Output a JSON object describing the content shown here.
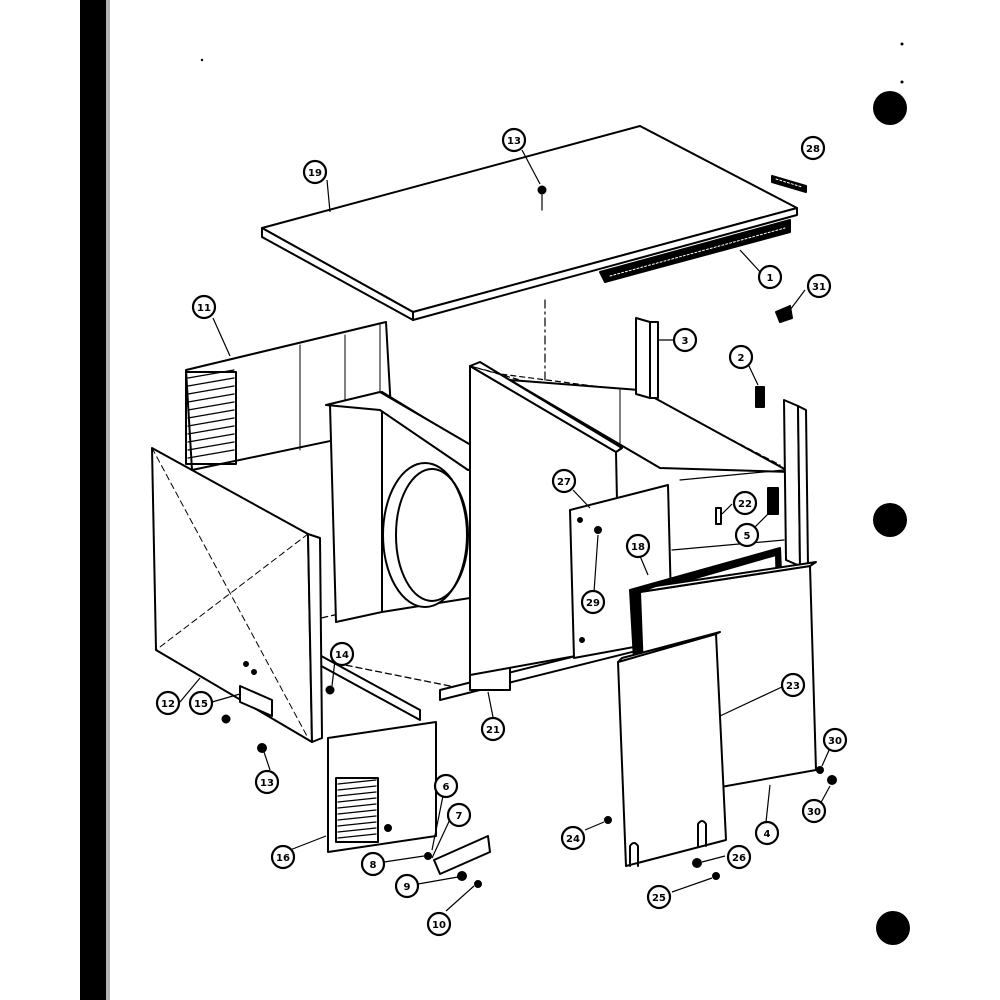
{
  "callouts": [
    {
      "id": "c19",
      "label": "19"
    },
    {
      "id": "c13top",
      "label": "13"
    },
    {
      "id": "c28",
      "label": "28"
    },
    {
      "id": "c1",
      "label": "1"
    },
    {
      "id": "c31",
      "label": "31"
    },
    {
      "id": "c11",
      "label": "11"
    },
    {
      "id": "c3",
      "label": "3"
    },
    {
      "id": "c2",
      "label": "2"
    },
    {
      "id": "c27",
      "label": "27"
    },
    {
      "id": "c22",
      "label": "22"
    },
    {
      "id": "c5",
      "label": "5"
    },
    {
      "id": "c18",
      "label": "18"
    },
    {
      "id": "c29",
      "label": "29"
    },
    {
      "id": "c14",
      "label": "14"
    },
    {
      "id": "c12",
      "label": "12"
    },
    {
      "id": "c15",
      "label": "15"
    },
    {
      "id": "c21",
      "label": "21"
    },
    {
      "id": "c23",
      "label": "23"
    },
    {
      "id": "c13bot",
      "label": "13"
    },
    {
      "id": "c6",
      "label": "6"
    },
    {
      "id": "c7",
      "label": "7"
    },
    {
      "id": "c16",
      "label": "16"
    },
    {
      "id": "c8",
      "label": "8"
    },
    {
      "id": "c9",
      "label": "9"
    },
    {
      "id": "c10",
      "label": "10"
    },
    {
      "id": "c24",
      "label": "24"
    },
    {
      "id": "c26",
      "label": "26"
    },
    {
      "id": "c25",
      "label": "25"
    },
    {
      "id": "c4",
      "label": "4"
    },
    {
      "id": "c30a",
      "label": "30"
    },
    {
      "id": "c30b",
      "label": "30"
    }
  ],
  "colors": {
    "ink": "#000000",
    "paper": "#ffffff",
    "binding": "#000000"
  }
}
